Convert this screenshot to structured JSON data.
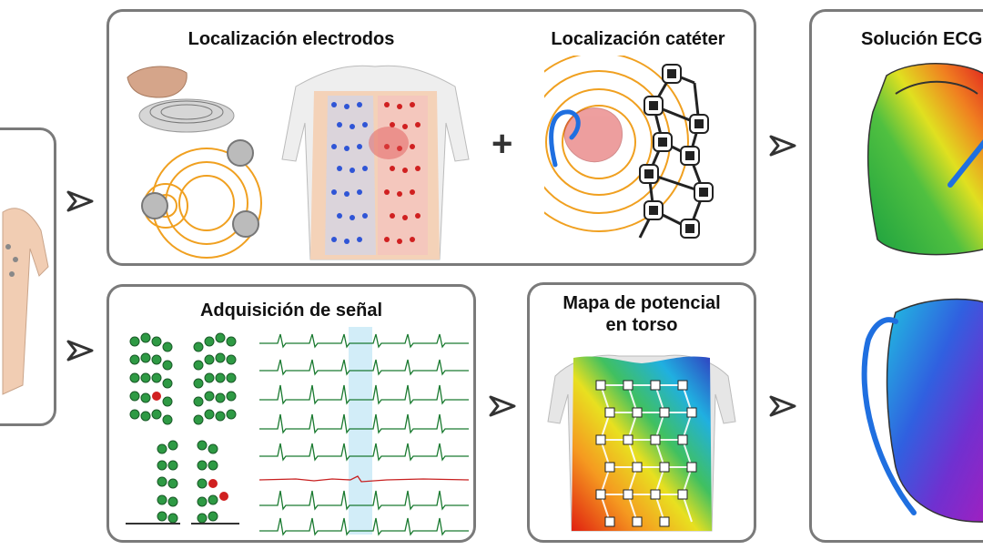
{
  "titles": {
    "electrodes": "Localización electrodos",
    "catheter": "Localización catéter",
    "ecgi": "Solución ECG",
    "signal": "Adquisición de señal",
    "map_line1": "Mapa de potencial",
    "map_line2": "en torso"
  },
  "symbols": {
    "plus": "+"
  },
  "colors": {
    "panel_border": "#7a7a7a",
    "orange": "#f0a020",
    "blue": "#1f6fe0",
    "red": "#d02020",
    "green": "#2e9a44",
    "skin": "#f4d2b8"
  },
  "icons": [
    "arrow-right-icon",
    "plus-icon",
    "torso-icon",
    "heart-icon",
    "catheter-icon",
    "electrode-icon"
  ]
}
